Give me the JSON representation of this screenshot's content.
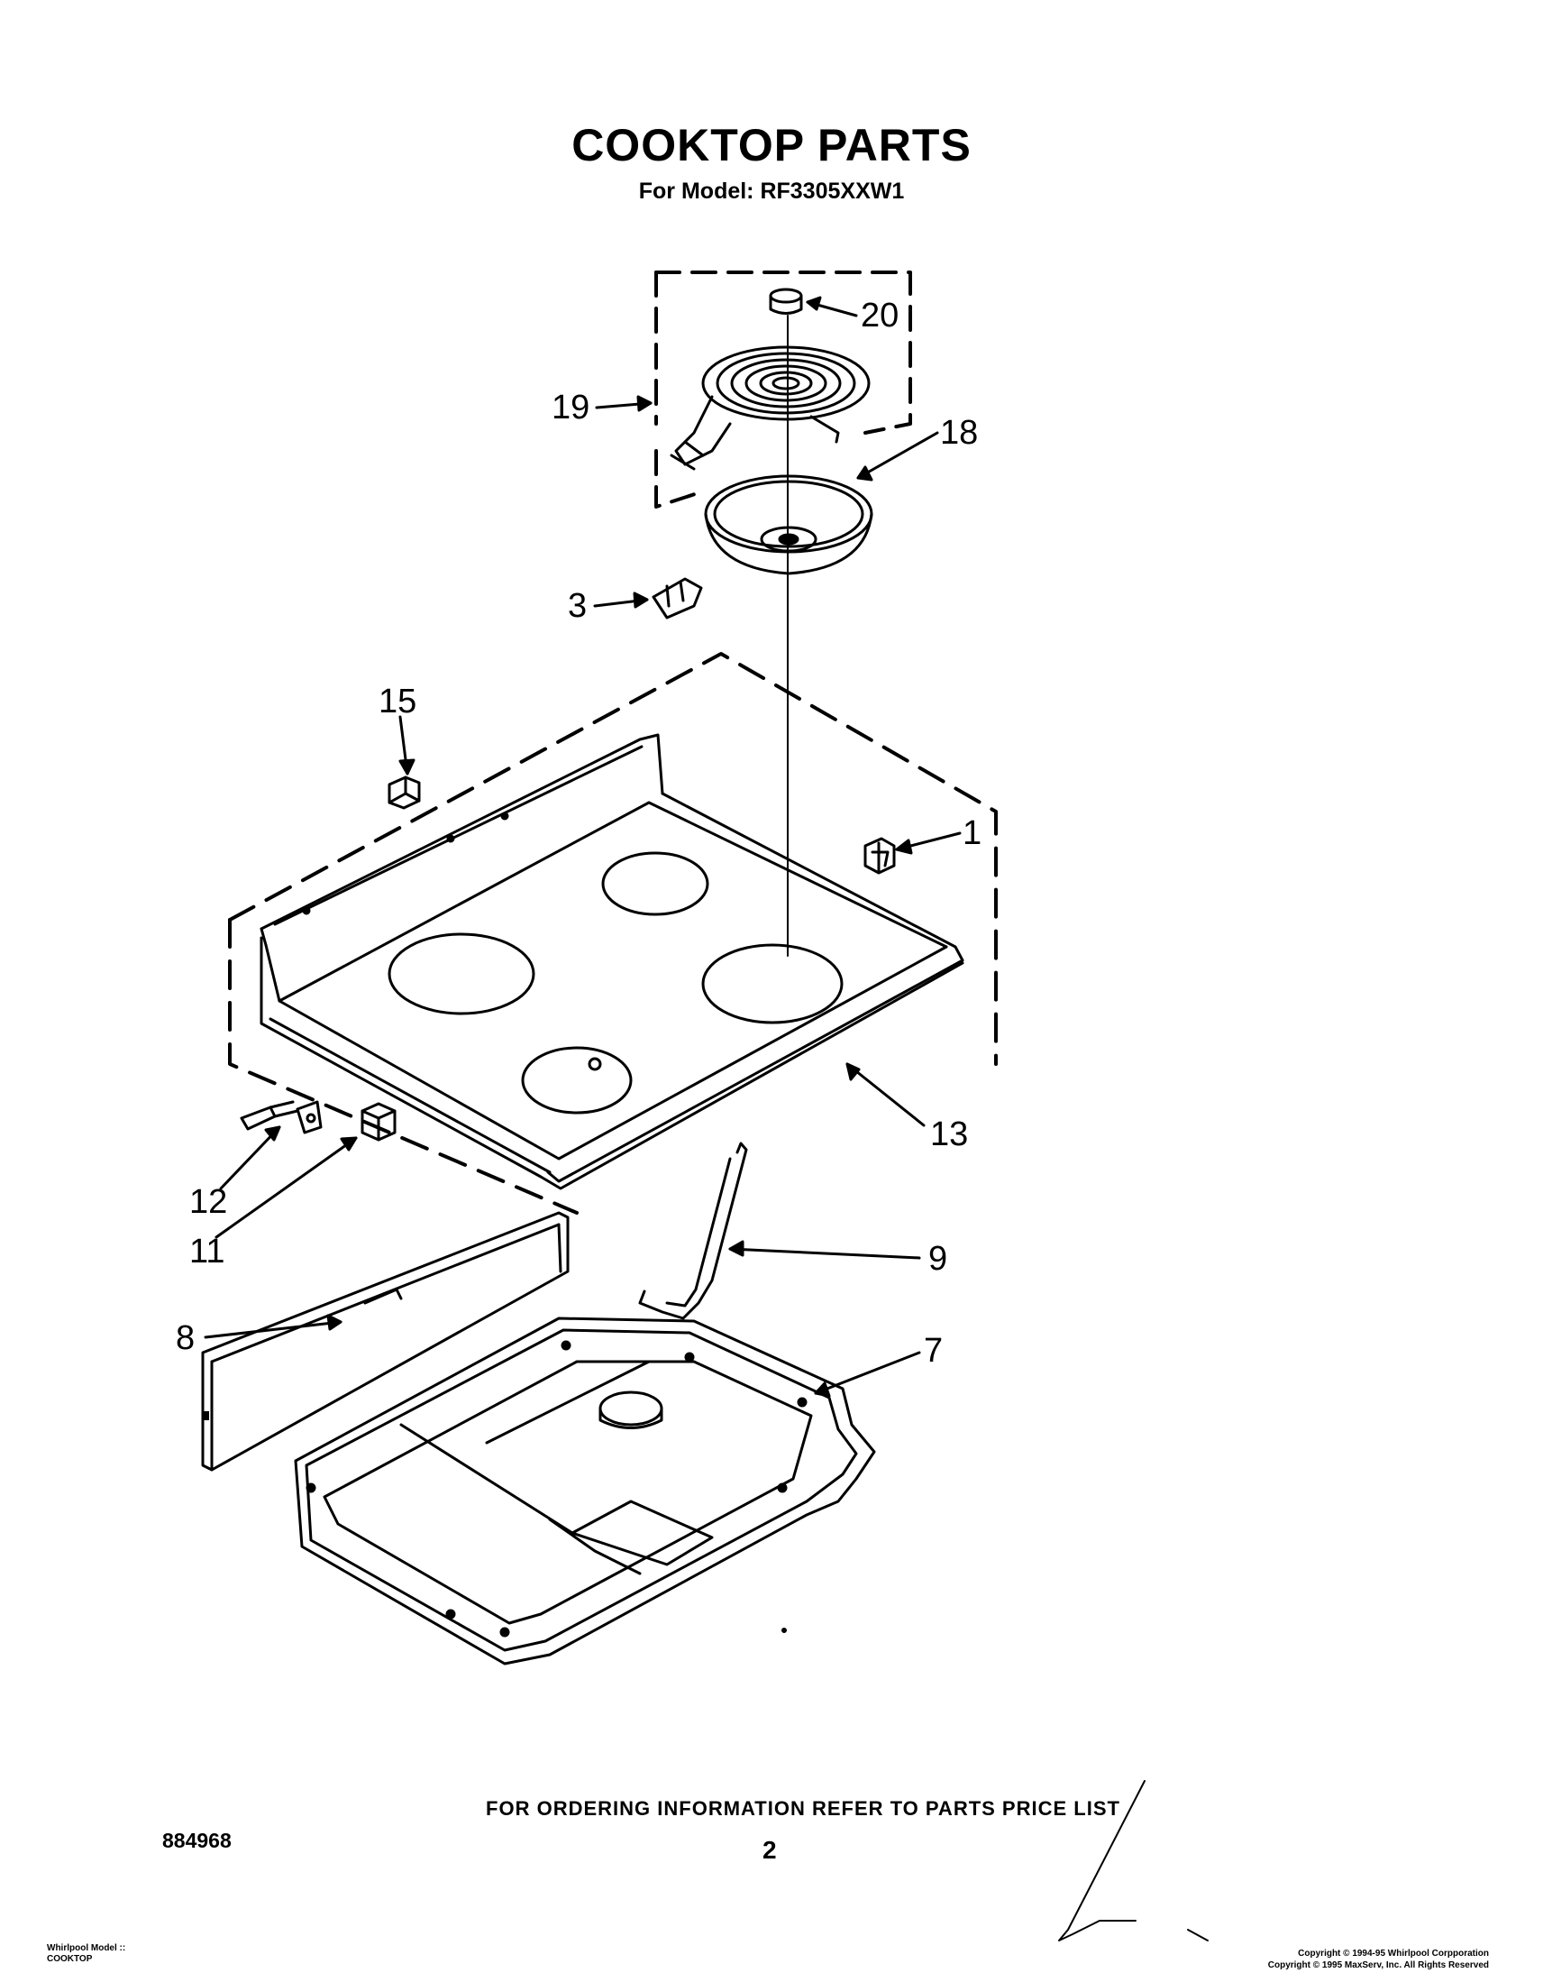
{
  "header": {
    "title": "COOKTOP PARTS",
    "model_line": "For Model: RF3305XXW1"
  },
  "callouts": {
    "c1": "1",
    "c3": "3",
    "c7": "7",
    "c8": "8",
    "c9": "9",
    "c11": "11",
    "c12": "12",
    "c13": "13",
    "c15": "15",
    "c18": "18",
    "c19": "19",
    "c20": "20"
  },
  "footer": {
    "ordering_note": "FOR ORDERING INFORMATION REFER TO PARTS PRICE LIST",
    "doc_number": "884968",
    "page_number": "2",
    "model_tag_line1": "Whirlpool Model ::",
    "model_tag_line2": "COOKTOP",
    "copyright_line1": "Copyright © 1994-95 Whirlpool Corpporation",
    "copyright_line2": "Copyright © 1995 MaxServ, Inc.  All Rights Reserved"
  }
}
